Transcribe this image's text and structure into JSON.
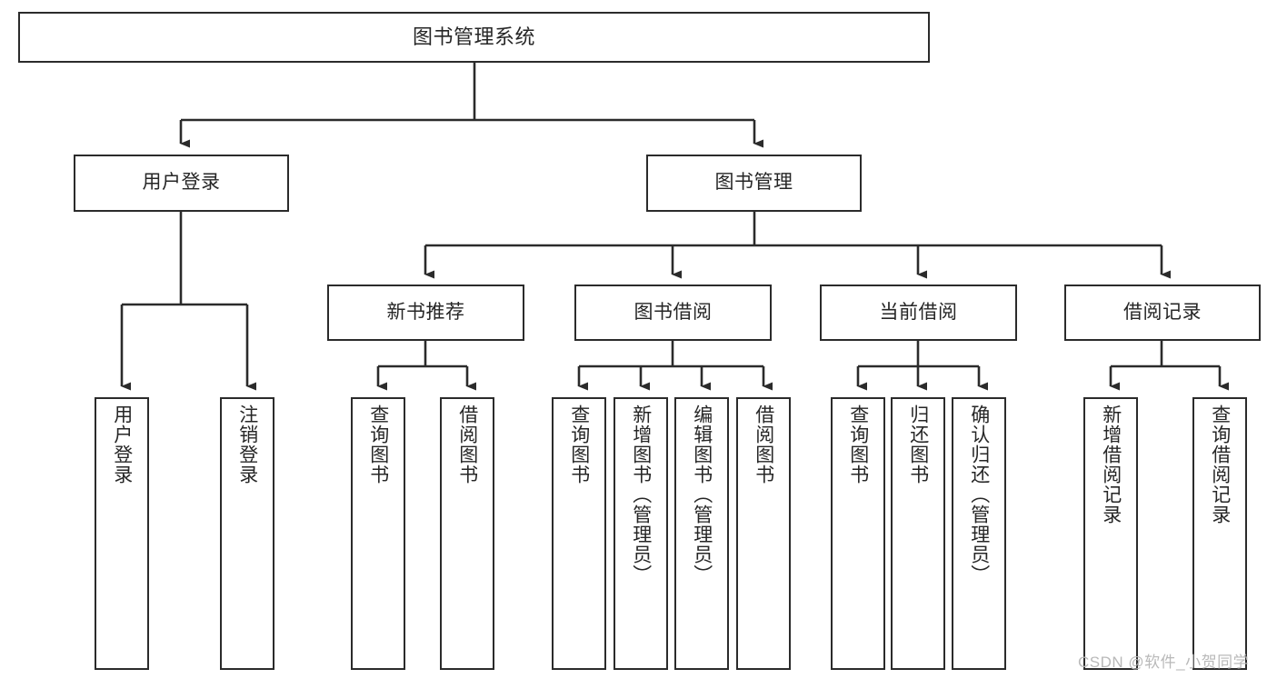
{
  "diagram": {
    "title": "图书管理系统",
    "type": "function-structure-tree",
    "levels": {
      "root": {
        "label": "图书管理系统"
      },
      "level1": [
        {
          "label": "用户登录"
        },
        {
          "label": "图书管理"
        }
      ],
      "level2": [
        {
          "label": "新书推荐"
        },
        {
          "label": "图书借阅"
        },
        {
          "label": "当前借阅"
        },
        {
          "label": "借阅记录"
        }
      ],
      "level3": {
        "user_login": [
          {
            "label": "用户登录"
          },
          {
            "label": "注销登录"
          }
        ],
        "new_book_recommend": [
          {
            "label": "查询图书"
          },
          {
            "label": "借阅图书"
          }
        ],
        "book_borrow": [
          {
            "label": "查询图书"
          },
          {
            "label": "新增图书（管理员）"
          },
          {
            "label": "编辑图书（管理员）"
          },
          {
            "label": "借阅图书"
          }
        ],
        "current_borrow": [
          {
            "label": "查询图书"
          },
          {
            "label": "归还图书"
          },
          {
            "label": "确认归还（管理员）"
          }
        ],
        "borrow_record": [
          {
            "label": "新增借阅记录"
          },
          {
            "label": "查询借阅记录"
          }
        ]
      }
    }
  },
  "watermark": {
    "text": "CSDN @软件_小贺同学"
  },
  "colors": {
    "stroke": "#2b2b2b",
    "text": "#262626",
    "background": "#ffffff",
    "watermark": "#b9b9b9"
  }
}
